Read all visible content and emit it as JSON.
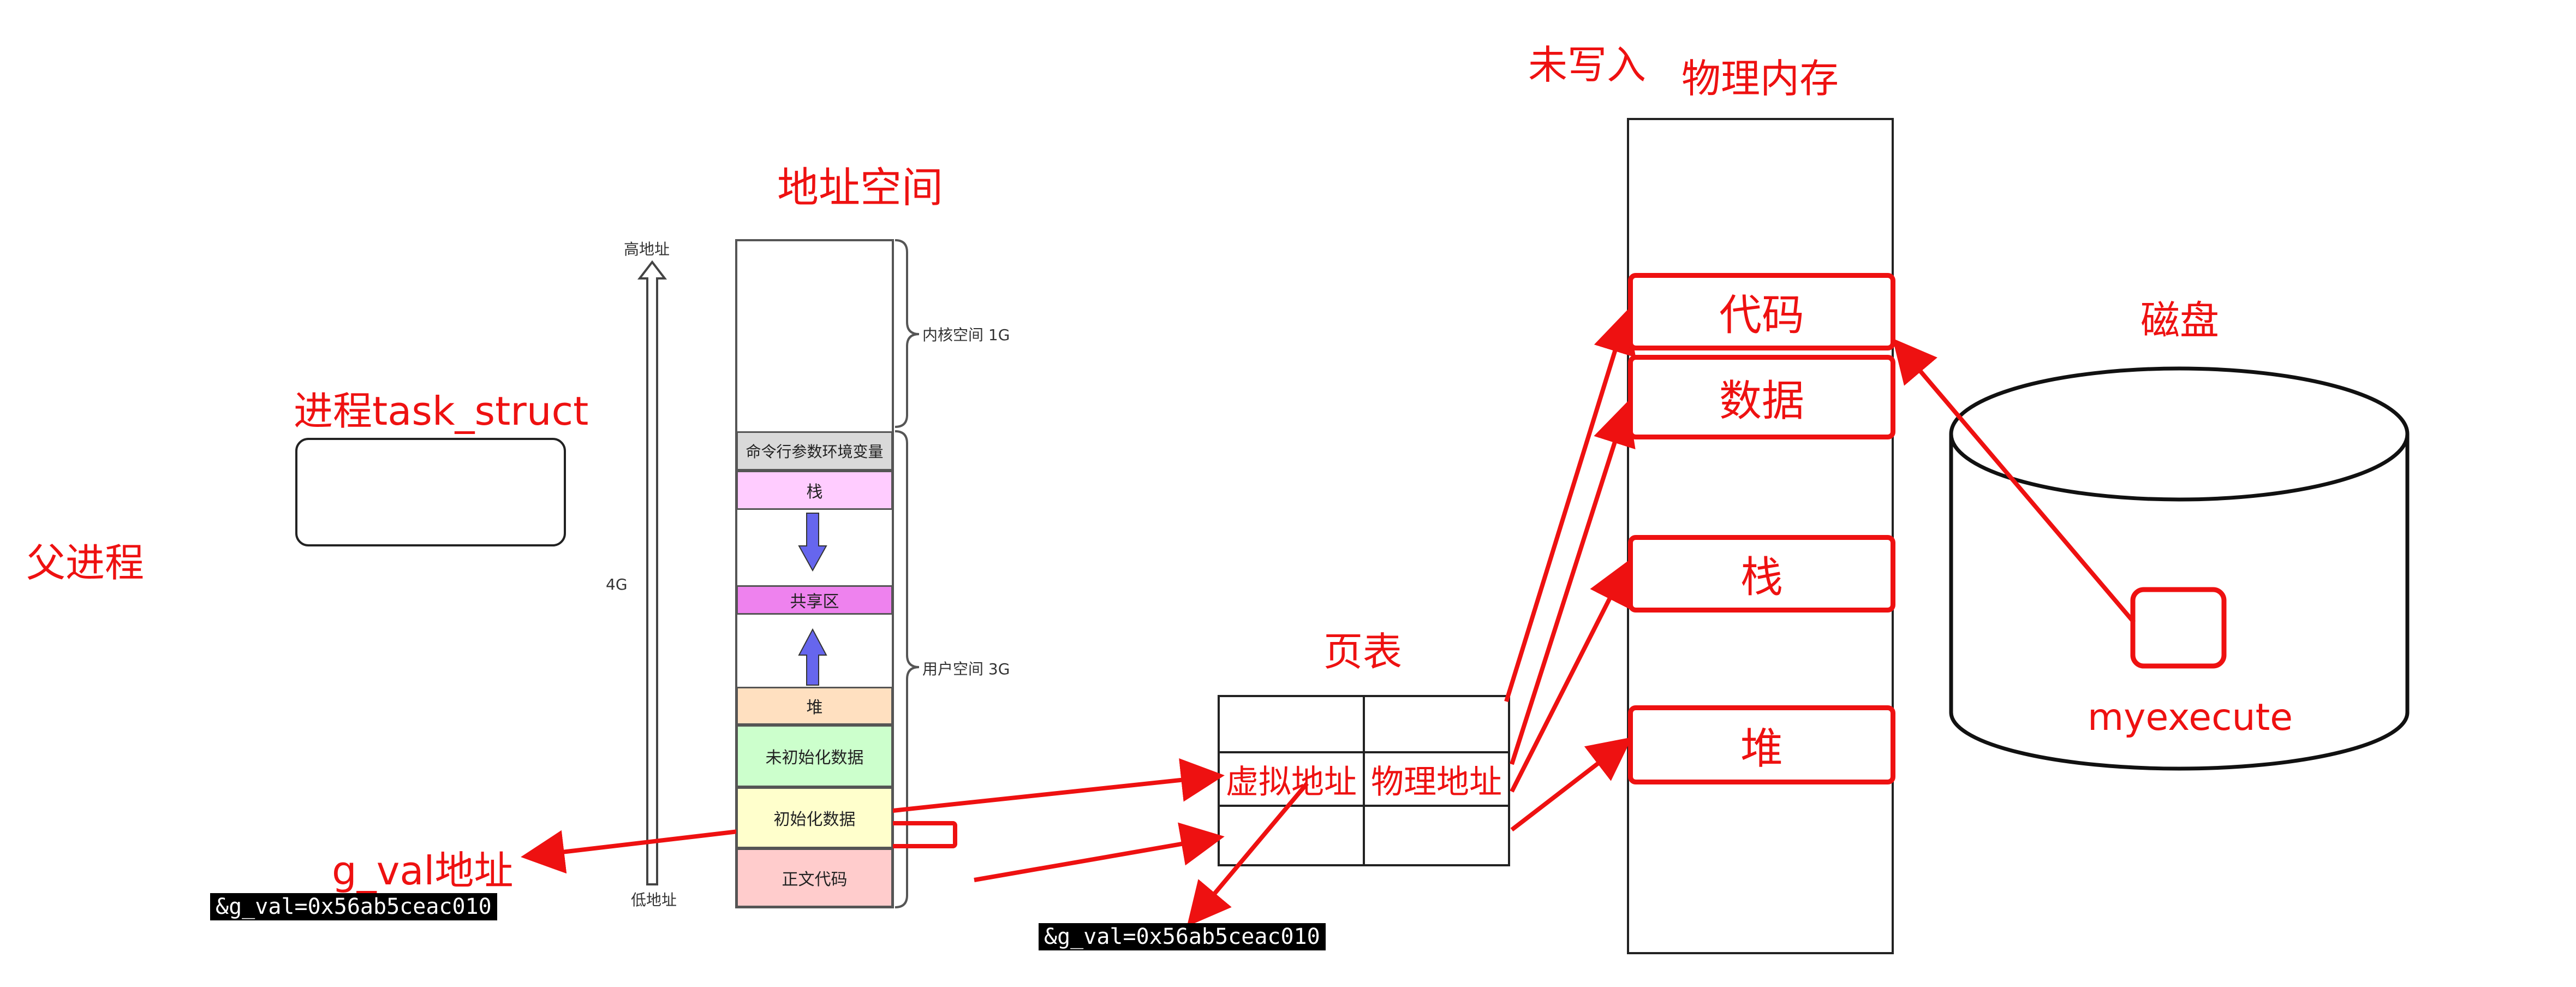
{
  "labels": {
    "parent_process": "父进程",
    "task_struct": "进程task_struct",
    "address_space": "地址空间",
    "high_addr": "高地址",
    "low_addr": "低地址",
    "size_4g": "4G",
    "kernel_space": "内核空间 1G",
    "user_space": "用户空间 3G",
    "g_val_addr": "g_val地址",
    "page_table": "页表",
    "not_written": "未写入",
    "physical_memory": "物理内存",
    "disk": "磁盘",
    "disk_file": "myexecute"
  },
  "address_segments": {
    "cmdline_env": "命令行参数环境变量",
    "stack": "栈",
    "shared": "共享区",
    "heap": "堆",
    "bss": "未初始化数据",
    "data": "初始化数据",
    "text": "正文代码"
  },
  "page_table_cells": {
    "virtual": "虚拟地址",
    "physical": "物理地址"
  },
  "memory_blocks": {
    "code": "代码",
    "data": "数据",
    "stack": "栈",
    "heap": "堆"
  },
  "terminal": {
    "left": "&g_val=0x56ab5ceac010",
    "bottom": "&g_val=0x56ab5ceac010"
  },
  "colors": {
    "accent_red": "#ee1111",
    "cmdline_bg": "#d9d9d9",
    "stack_bg": "#ffccff",
    "shared_bg": "#ee82ee",
    "heap_bg": "#ffe0c0",
    "bss_bg": "#ccffcc",
    "data_bg": "#ffffcc",
    "text_bg": "#ffcccc",
    "arrow_blue": "#6666ee"
  }
}
